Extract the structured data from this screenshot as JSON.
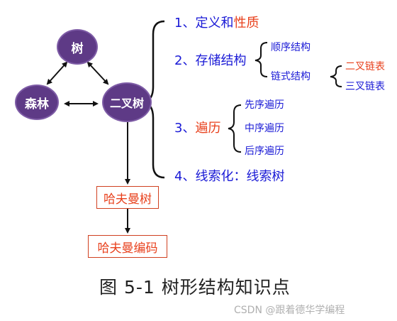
{
  "nodes": {
    "tree": "树",
    "forest": "森林",
    "binary_tree": "二叉树"
  },
  "topics": {
    "t1_prefix": "1、定义和",
    "t1_suffix": "性质",
    "t2": "2、存储结构",
    "t2_seq": "顺序结构",
    "t2_link": "链式结构",
    "t2_link_binary": "二叉链表",
    "t2_link_ternary": "三叉链表",
    "t3_prefix": "3、",
    "t3_word": "遍历",
    "t3_pre": "先序遍历",
    "t3_in": "中序遍历",
    "t3_post": "后序遍历",
    "t4": "4、线索化：线索树"
  },
  "boxes": {
    "huffman": "哈夫曼树",
    "huffman_code": "哈夫曼编码"
  },
  "caption": "图 5-1  树形结构知识点",
  "watermark": "CSDN @跟着德华学编程",
  "colors": {
    "node": "#5e3a86",
    "blue": "#1a1ad6",
    "red": "#e8401c"
  }
}
